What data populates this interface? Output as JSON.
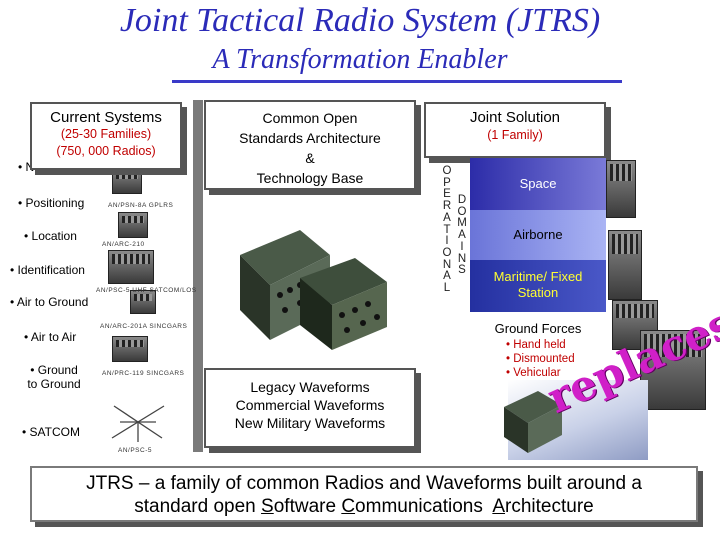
{
  "header": {
    "title": "Joint Tactical Radio System (JTRS)",
    "subtitle": "A Transformation Enabler"
  },
  "current_systems": {
    "title": "Current Systems",
    "families": "(25-30 Families)",
    "radios": "(750, 000 Radios)",
    "capabilities": [
      "• Navigation",
      "• Positioning",
      "• Location",
      "• Identification",
      "• Air to Ground",
      "• Air to Air",
      "• Ground to Ground",
      "• SATCOM"
    ],
    "device_captions": [
      "AN/PSN-8A GPLRS",
      "AN/ARC-210",
      "AN/PSC-5 UHF SATCOM/LOS",
      "AN/ARC-201A SINCGARS",
      "AN/PRC-119 SINCGARS",
      "AN/PSC-5"
    ]
  },
  "common": {
    "lines": [
      "Common Open",
      "Standards Architecture",
      "&",
      "Technology Base"
    ],
    "waveforms": [
      "Legacy Waveforms",
      "Commercial Waveforms",
      "New Military Waveforms"
    ]
  },
  "joint": {
    "title": "Joint Solution",
    "family": "(1 Family)",
    "vertical_operational": [
      "O",
      "P",
      "E",
      "R",
      "A",
      "T",
      "I",
      "O",
      "N",
      "A",
      "L"
    ],
    "vertical_domains": [
      "D",
      "O",
      "M",
      "A",
      "I",
      "N",
      "S"
    ],
    "domains": {
      "space": "Space",
      "airborne": "Airborne",
      "maritime": "Maritime/ Fixed Station",
      "ground": "Ground Forces",
      "ground_items": [
        "Hand held",
        "Dismounted",
        "Vehicular"
      ]
    },
    "replaces": "replaces"
  },
  "banner": {
    "line1": "JTRS – a family of common Radios and Waveforms built around a",
    "line2_pre": "standard open ",
    "s": "S",
    "oftware": "oftware ",
    "c": "C",
    "ommunications": "ommunications  ",
    "a": "A",
    "rchitecture": "rchitecture"
  },
  "colors": {
    "title": "#2b2bb8",
    "red_text": "#c00000",
    "maritime_text": "#ffff33",
    "replaces": "#d020c8"
  }
}
